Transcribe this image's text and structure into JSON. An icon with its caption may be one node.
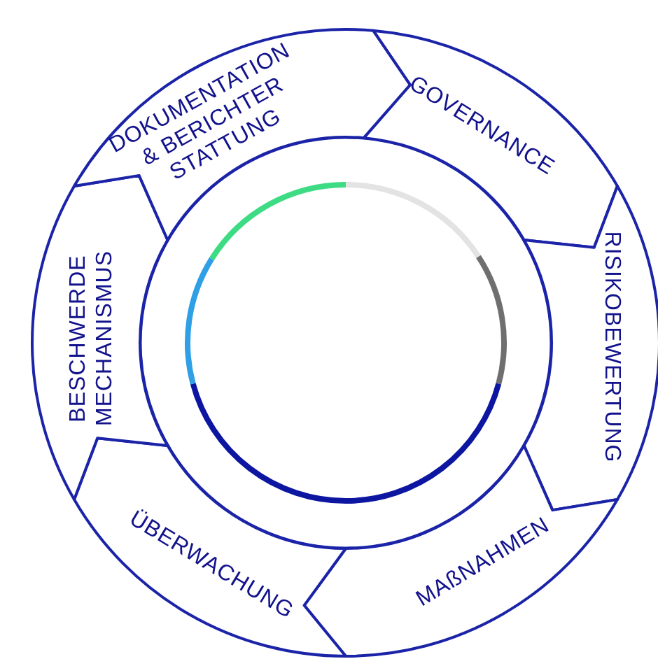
{
  "diagram": {
    "nodes": [
      {
        "text": [
          "GOVERNANCE"
        ]
      },
      {
        "text": [
          "RISIKOBEWERTUNG"
        ]
      },
      {
        "text": [
          "MAßNAHMEN"
        ]
      },
      {
        "text": [
          "ÜBERWACHUNG"
        ]
      },
      {
        "text": [
          "BESCHWERDE MECHANISMUS"
        ]
      },
      {
        "text": [
          "DOKUMENTATION & BERICHTER STATTUNG"
        ]
      }
    ]
  }
}
